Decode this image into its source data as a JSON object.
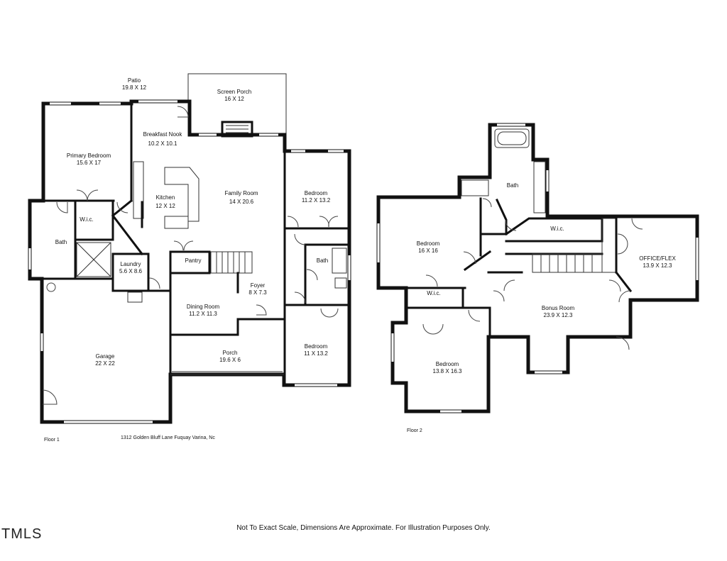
{
  "floor1": {
    "caption": "Floor 1",
    "address": "1312 Golden Bluff Lane Fuquay Varina, Nc",
    "rooms": [
      {
        "name": "Patio",
        "dims": "19.8 X 12"
      },
      {
        "name": "Screen Porch",
        "dims": "16 X 12"
      },
      {
        "name": "Breakfast Nook",
        "dims": "10.2 X 10.1"
      },
      {
        "name": "Primary Bedroom",
        "dims": "15.6 X 17"
      },
      {
        "name": "Kitchen",
        "dims": "12 X 12"
      },
      {
        "name": "Family Room",
        "dims": "14 X 20.6"
      },
      {
        "name": "Bedroom",
        "dims": "11.2 X 13.2"
      },
      {
        "name": "W.i.c.",
        "dims": ""
      },
      {
        "name": "Bath",
        "dims": ""
      },
      {
        "name": "Laundry",
        "dims": "5.6 X 8.6"
      },
      {
        "name": "Pantry",
        "dims": ""
      },
      {
        "name": "Bath",
        "dims": ""
      },
      {
        "name": "Foyer",
        "dims": "8 X 7.3"
      },
      {
        "name": "Dining Room",
        "dims": "11.2 X 11.3"
      },
      {
        "name": "Bedroom",
        "dims": "11 X 13.2"
      },
      {
        "name": "Garage",
        "dims": "22 X 22"
      },
      {
        "name": "Porch",
        "dims": "19.6 X 6"
      }
    ]
  },
  "floor2": {
    "caption": "Floor 2",
    "rooms": [
      {
        "name": "Bath",
        "dims": ""
      },
      {
        "name": "Bedroom",
        "dims": "16 X 16"
      },
      {
        "name": "W.i.c.",
        "dims": ""
      },
      {
        "name": "OFFICE/FLEX",
        "dims": "13.9 X 12.3"
      },
      {
        "name": "W.i.c.",
        "dims": ""
      },
      {
        "name": "Bonus Room",
        "dims": "23.9 X 12.3"
      },
      {
        "name": "Bedroom",
        "dims": "13.8 X 16.3"
      }
    ]
  },
  "disclaimer": "Not To Exact Scale, Dimensions Are Approximate. For Illustration Purposes Only.",
  "logo": "TMLS"
}
